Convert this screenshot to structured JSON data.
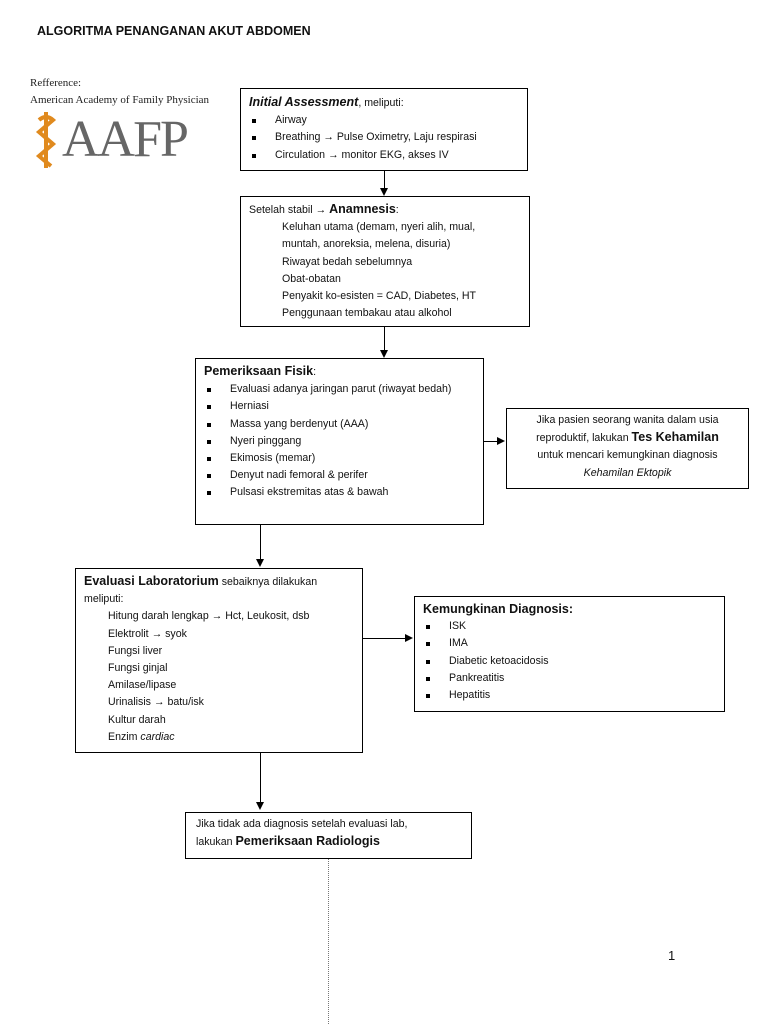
{
  "title": "ALGORITMA PENANGANAN AKUT ABDOMEN",
  "reference": {
    "label": "Refference:",
    "source": "American Academy of Family Physician",
    "logo_text": "AAFP",
    "logo_color": "#e08a1e"
  },
  "initial": {
    "heading": "Initial Assessment",
    "suffix": ", meliputi:",
    "items": [
      "Airway",
      "Breathing → Pulse Oximetry, Laju respirasi",
      "Circulation → monitor EKG, akses IV"
    ]
  },
  "anamnesis": {
    "prefix": "Setelah stabil → ",
    "heading": "Anamnesis",
    "suffix": ":",
    "items": [
      "Keluhan utama (demam, nyeri alih, mual,",
      "muntah, anoreksia, melena, disuria)",
      "Riwayat bedah sebelumnya",
      "Obat-obatan",
      "Penyakit ko-esisten = CAD, Diabetes, HT",
      "Penggunaan tembakau atau alkohol"
    ]
  },
  "fisik": {
    "heading": "Pemeriksaan Fisik",
    "suffix": ":",
    "items": [
      "Evaluasi adanya jaringan parut (riwayat bedah)",
      "Herniasi",
      "Massa yang berdenyut (AAA)",
      "Nyeri pinggang",
      "Ekimosis (memar)",
      "Denyut nadi femoral & perifer",
      "Pulsasi ekstremitas atas & bawah"
    ]
  },
  "kehamilan": {
    "line1": "Jika pasien seorang wanita dalam usia",
    "line2_prefix": "reproduktif, lakukan ",
    "line2_bold": "Tes Kehamilan",
    "line3": "untuk mencari kemungkinan diagnosis",
    "line4": "Kehamilan Ektopik"
  },
  "lab": {
    "heading": "Evaluasi Laboratorium",
    "suffix": " sebaiknya dilakukan",
    "suffix2": "meliputi:",
    "items": [
      "Hitung darah lengkap → Hct, Leukosit, dsb",
      "Elektrolit → syok",
      "Fungsi liver",
      "Fungsi ginjal",
      "Amilase/lipase",
      "Urinalisis → batu/isk",
      "Kultur darah"
    ],
    "last_prefix": "Enzim ",
    "last_italic": "cardiac"
  },
  "diagnosis": {
    "heading": "Kemungkinan Diagnosis:",
    "items": [
      "ISK",
      "IMA",
      "Diabetic ketoacidosis",
      "Pankreatitis",
      "Hepatitis"
    ]
  },
  "radiologi": {
    "line1": "Jika tidak ada diagnosis setelah evaluasi lab,",
    "line2_prefix": "lakukan ",
    "line2_bold": "Pemeriksaan Radiologis"
  },
  "page_number": "1"
}
